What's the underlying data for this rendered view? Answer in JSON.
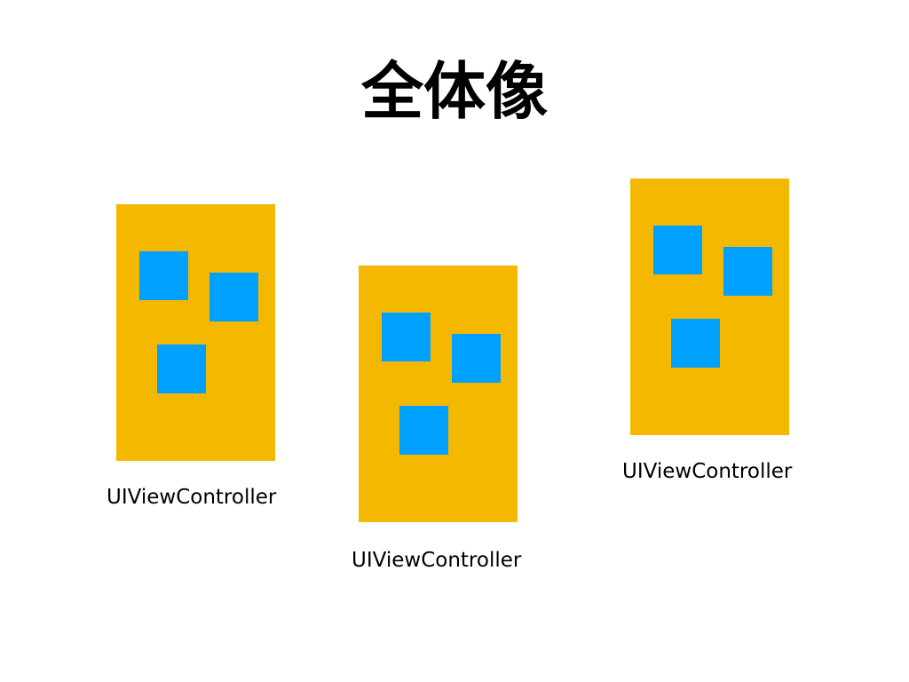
{
  "title": "全体像",
  "colors": {
    "view_controller": "#F5B800",
    "subview": "#00A0FF",
    "text": "#000000",
    "background": "#FFFFFF"
  },
  "view_controllers": [
    {
      "label": "UIViewController",
      "subview_count": 3
    },
    {
      "label": "UIViewController",
      "subview_count": 3
    },
    {
      "label": "UIViewController",
      "subview_count": 3
    }
  ]
}
